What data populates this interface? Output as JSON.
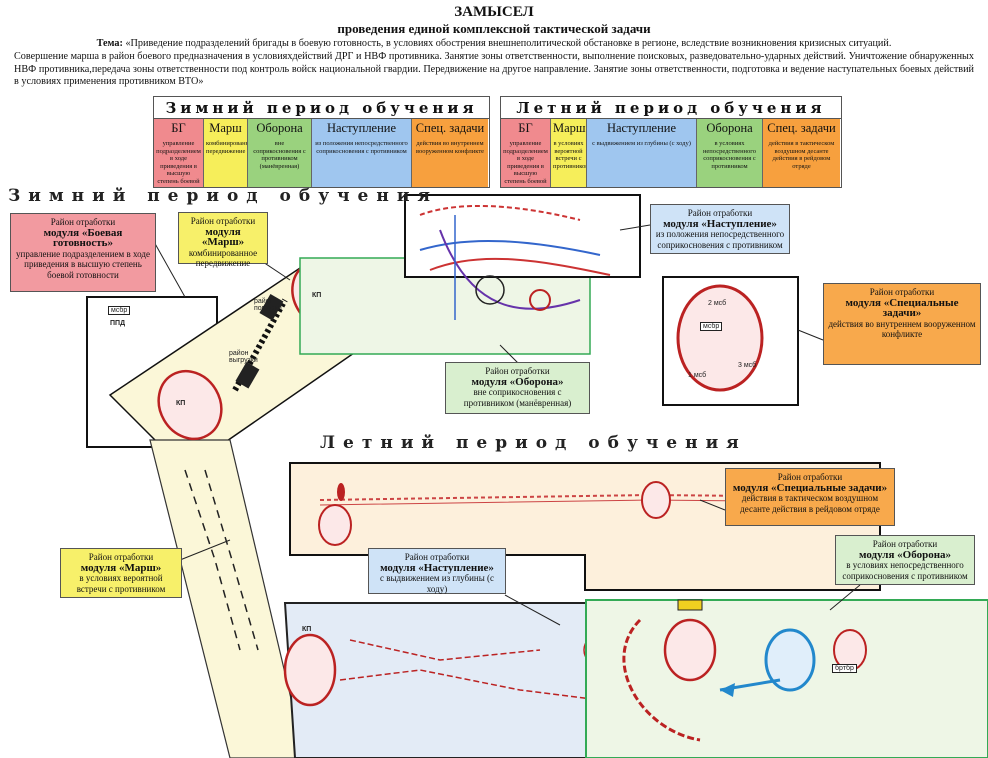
{
  "header": {
    "title": "ЗАМЫСЕЛ",
    "subtitle": "проведения единой комплексной тактической задачи",
    "theme_label": "Тема:",
    "theme_text": "«Приведение подразделений бригады в боевую готовность, в условиях обострения внешнеполитической обстановке в регионе, вследствие возникновения кризисных ситуаций.",
    "body_text": "Совершение марша в район боевого предназначения в условияхдействий ДРГ и НВФ противника. Занятие зоны ответственности, выполнение поисковых, разведовательно-ударных действий. Уничтожение обнаруженных НВФ противника,передача зоны ответственности под контроль войск национальной гвардии. Передвижение на другое направление. Занятие зоны ответственности, подготовка и ведение наступательных боевых действий в условиях применения противником ВТО»"
  },
  "winter_legend": {
    "header": "Зимний период обучения",
    "cells": [
      {
        "title": "БГ",
        "desc": "управление подразделением в ходе приведения в высшую степень боевой готовности",
        "color": "#f08a8e"
      },
      {
        "title": "Марш",
        "desc": "комбинированное передвижение",
        "color": "#f6ee5a"
      },
      {
        "title": "Оборона",
        "desc": "вне соприкосновения с противником (манёвренная)",
        "color": "#9ad27e"
      },
      {
        "title": "Наступление",
        "desc": "из положения непосредственного соприкосновения с противником",
        "color": "#9fc6ef"
      },
      {
        "title": "Спец. задачи",
        "desc": "действия во внутреннем вооруженном конфликте",
        "color": "#f7a03e"
      }
    ]
  },
  "summer_legend": {
    "header": "Летний период обучения",
    "cells": [
      {
        "title": "БГ",
        "desc": "управление подразделением в ходе приведения в высшую степень боевой готовности",
        "color": "#f08a8e"
      },
      {
        "title": "Марш",
        "desc": "в условиях вероятной встречи с противником",
        "color": "#f6ee5a"
      },
      {
        "title": "Наступление",
        "desc": "с выдвижением из глубины (с ходу)",
        "color": "#9fc6ef"
      },
      {
        "title": "Оборона",
        "desc": "в условиях непосредственного соприкосновения с противником",
        "color": "#9ad27e"
      },
      {
        "title": "Спец. задачи",
        "desc": "действия в тактическом воздушном десанте действия в рейдовом отряде",
        "color": "#f7a03e"
      }
    ]
  },
  "sections": {
    "winter": "Зимний период обучения",
    "summer": "Летний период обучения"
  },
  "callouts": {
    "bg": {
      "l1": "Район отработки",
      "l2": "модуля «Боевая готовность»",
      "l3": "управление подразделением в ходе приведения в высшую степень боевой готовности"
    },
    "march_w": {
      "l1": "Район отработки",
      "l2": "модуля «Марш»",
      "l3": "комбинированное передвижение"
    },
    "attack_w": {
      "l1": "Район отработки",
      "l2": "модуля «Наступление»",
      "l3": "из положения непосредственного соприкосновения с противником"
    },
    "spec_w": {
      "l1": "Район отработки",
      "l2": "модуля «Специальные задачи»",
      "l3": "действия во внутреннем вооруженном конфликте"
    },
    "def_w": {
      "l1": "Район отработки",
      "l2": "модуля «Оборона»",
      "l3": "вне соприкосновения с противником (манёвренная)"
    },
    "spec_s": {
      "l1": "Район отработки",
      "l2": "модуля «Специальные задачи»",
      "l3": "действия в тактическом воздушном десанте действия в рейдовом отряде"
    },
    "def_s": {
      "l1": "Район отработки",
      "l2": "модуля «Оборона»",
      "l3": "в условиях непосредственного соприкосновения с противником"
    },
    "march_s": {
      "l1": "Район отработки",
      "l2": "модуля «Марш»",
      "l3": "в условиях вероятной встречи с противником"
    },
    "attack_s": {
      "l1": "Район отработки",
      "l2": "модуля «Наступление»",
      "l3": "с выдвижением из глубины (с ходу)"
    }
  },
  "map_labels": {
    "mspb": "мсбр",
    "ppd": "ППД",
    "kp": "КП",
    "msb2": "2 мсб",
    "msb1": "1 мсб",
    "msb3": "3 мсб",
    "loading": "район погрузки",
    "unloading": "район выгрузки",
    "btbr": "бртбр"
  }
}
